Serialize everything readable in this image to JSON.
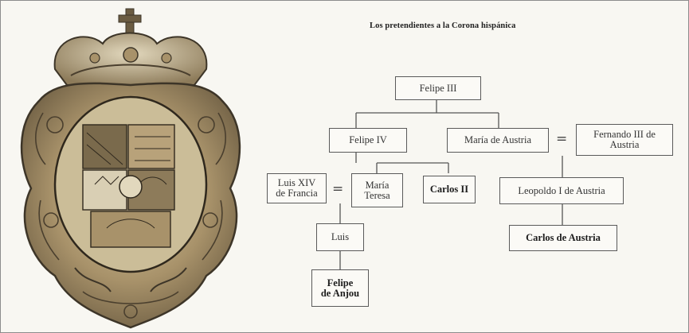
{
  "diagram": {
    "title": "Los pretendientes a la Corona hispánica",
    "equals_sign": "=",
    "persons": {
      "felipe_iii": "Felipe III",
      "felipe_iv": "Felipe IV",
      "maria_de_austria": "María de Austria",
      "fernando_iii": "Fernando III de\nAustria",
      "luis_xiv": "Luis XIV\nde Francia",
      "maria_teresa": "María\nTeresa",
      "carlos_ii": "Carlos II",
      "leopoldo_i": "Leopoldo I de Austria",
      "luis": "Luis",
      "felipe_de_anjou": "Felipe\nde Anjou",
      "carlos_de_austria": "Carlos de Austria"
    }
  },
  "image": {
    "icon": "coat-of-arms-shield-icon",
    "colors": {
      "gold": "#b8a27a",
      "dark": "#3d3528",
      "light": "#d9cfb4"
    }
  }
}
